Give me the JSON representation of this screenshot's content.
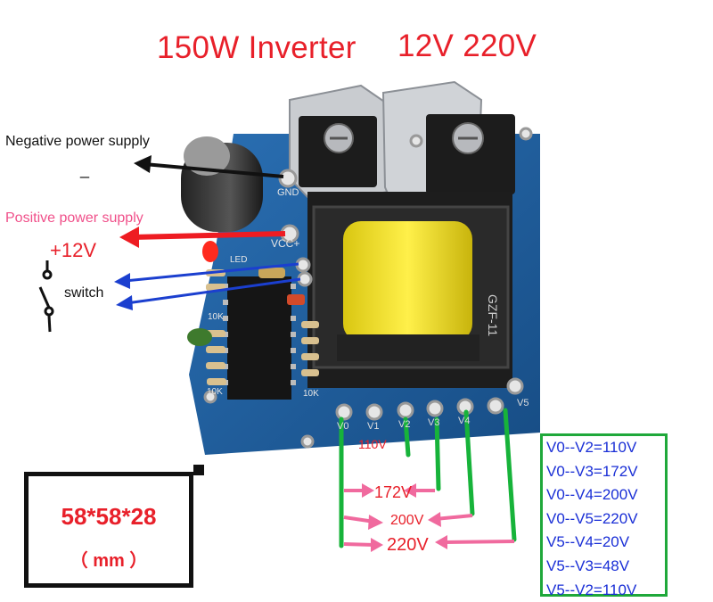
{
  "title": {
    "product": "150W Inverter",
    "spec": "12V 220V"
  },
  "labels": {
    "negative": "Negative power supply",
    "negative_symbol": "_",
    "positive": "Positive power supply",
    "plus12": "+12V",
    "switch": "switch"
  },
  "board_marks": {
    "gnd": "GND",
    "vcc": "VCC+",
    "led": "LED",
    "r1": "10K",
    "r2": "10K",
    "r3": "10K",
    "transformer": "GZF-11",
    "pins": [
      "V0",
      "V1",
      "V2",
      "V3",
      "V4",
      "V5"
    ]
  },
  "taps": {
    "t110": "110V",
    "t172": "172V",
    "t200": "200V",
    "t220": "220V"
  },
  "spec_lines": [
    "V0--V2=110V",
    "V0--V3=172V",
    "V0--V4=200V",
    "V0--V5=220V",
    "V5--V4=20V",
    "V5--V3=48V",
    "V5--V2=110V"
  ],
  "dimensions": {
    "size": "58*58*28",
    "unit": "（  mm  ）"
  },
  "colors": {
    "title": "#e8202a",
    "board": "#1f5e9c",
    "core": "#f2e21a",
    "wire_green": "#17b33a",
    "arrow_pink": "#f06a9e",
    "spec_text": "#1a2fd6"
  }
}
